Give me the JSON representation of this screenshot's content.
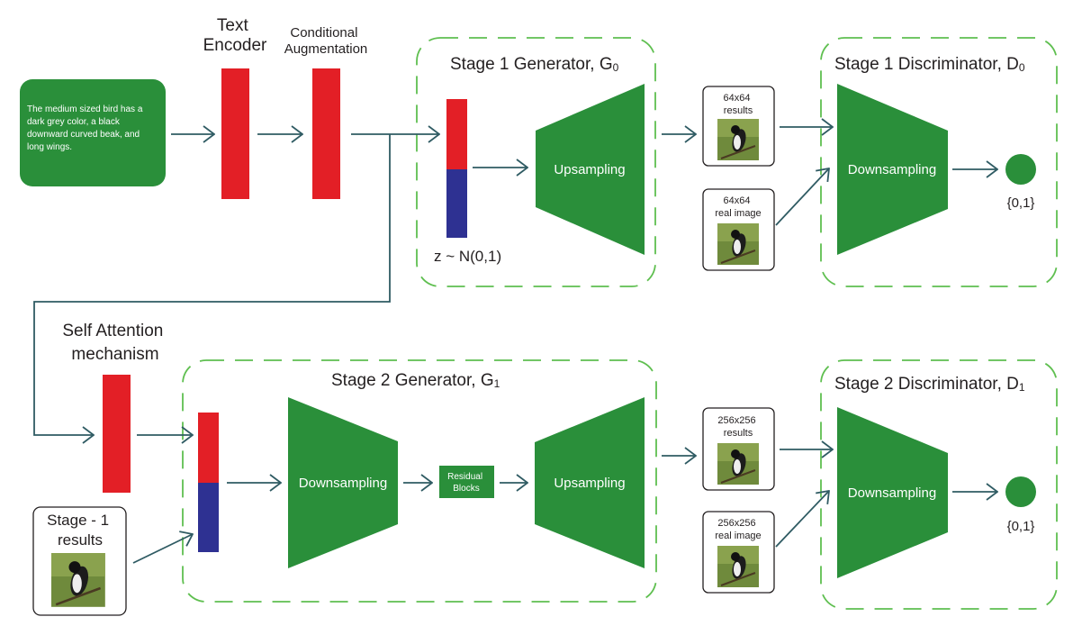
{
  "input_text": {
    "lines": [
      "The medium sized bird has a",
      "dark grey color, a black",
      "downward curved beak, and",
      "long wings."
    ]
  },
  "labels": {
    "text_encoder": [
      "Text",
      "Encoder"
    ],
    "conditional_augmentation": [
      "Conditional",
      "Augmentation"
    ],
    "self_attention": [
      "Self Attention",
      "mechanism"
    ],
    "noise": "z ~ N(0,1)"
  },
  "stage1_generator": {
    "title": "Stage 1 Generator, G",
    "subscript": "0",
    "block": "Upsampling"
  },
  "stage1_discriminator": {
    "title": "Stage 1 Discriminator, D",
    "subscript": "0",
    "block": "Downsampling",
    "output": "{0,1}"
  },
  "stage1_images": {
    "results": [
      "64x64",
      "results"
    ],
    "real": [
      "64x64",
      "real image"
    ]
  },
  "stage2_generator": {
    "title": "Stage 2 Generator, G",
    "subscript": "1",
    "down_block": "Downsampling",
    "residual": [
      "Residual",
      "Blocks"
    ],
    "up_block": "Upsampling"
  },
  "stage2_discriminator": {
    "title": "Stage 2 Discriminator, D",
    "subscript": "1",
    "block": "Downsampling",
    "output": "{0,1}"
  },
  "stage2_images": {
    "results": [
      "256x256",
      "results"
    ],
    "real": [
      "256x256",
      "real image"
    ]
  },
  "stage1_results_input": [
    "Stage - 1",
    "results"
  ],
  "colors": {
    "green": "#2a8f3a",
    "dash_green": "#5fbf50",
    "red": "#e31f26",
    "blue": "#2e3192",
    "arrow": "#2f5b63"
  }
}
